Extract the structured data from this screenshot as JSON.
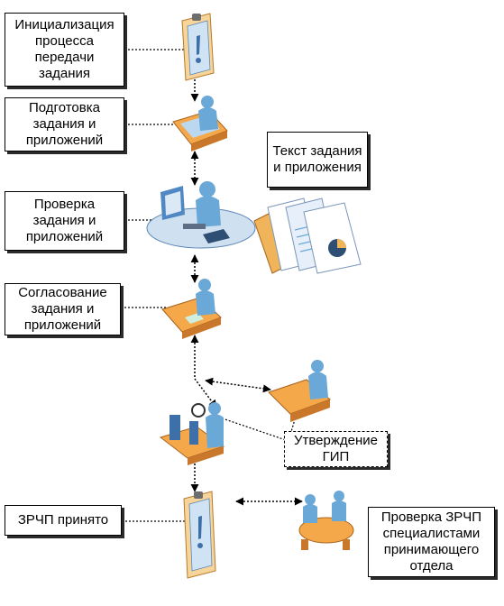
{
  "labels": {
    "init": "Инициализация процесса передачи задания",
    "prep": "Подготовка задания и приложений",
    "check": "Проверка задания и приложений",
    "text": "Текст задания и приложения",
    "agree": "Согласование задания и приложений",
    "approve": "Утверждение ГИП",
    "accepted": "ЗРЧП принято",
    "specialists": "Проверка ЗРЧП специалистами принимающего отдела"
  },
  "colors": {
    "person": "#6aa8d8",
    "desk": "#f5a84a",
    "document": "#f7d49a",
    "alert": "#3d6fa8",
    "connector": "#000000"
  },
  "icons": [
    "clipboard-alert-icon",
    "person-at-desk-icon",
    "computer-workstation-icon",
    "documents-stack-icon",
    "approver-desk-icon",
    "research-station-icon",
    "meeting-table-icon"
  ]
}
